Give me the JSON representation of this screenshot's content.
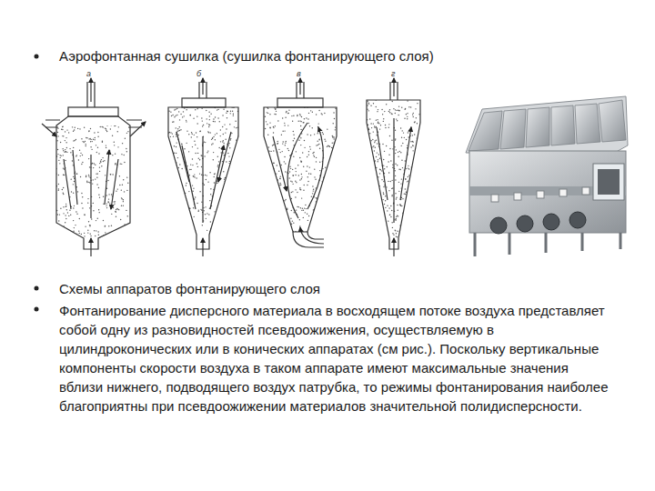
{
  "diagram": {
    "title": "Аэрофонтанная сушилка (сушилка фонтанирующего слоя)",
    "labels": [
      "а",
      "б",
      "в",
      "г",
      "Схемы аппаратов фонтанирующего слоя",
      "Фонтанирование дисперсного материала в восходящем потоке воздуха представляет собой одну из разновидностей псевдоожижения, осуществляемую в цилиндроконических или в конических аппаратах (см рис.). Поскольку вертикальные компоненты скорости воздуха в таком аппарате имеют максимальные значения вблизи нижнего, подводящего воздух патрубка, то режимы фонтанирования наиболее благоприятны при псевдоожижении материалов значительной полидисперсности."
    ]
  }
}
